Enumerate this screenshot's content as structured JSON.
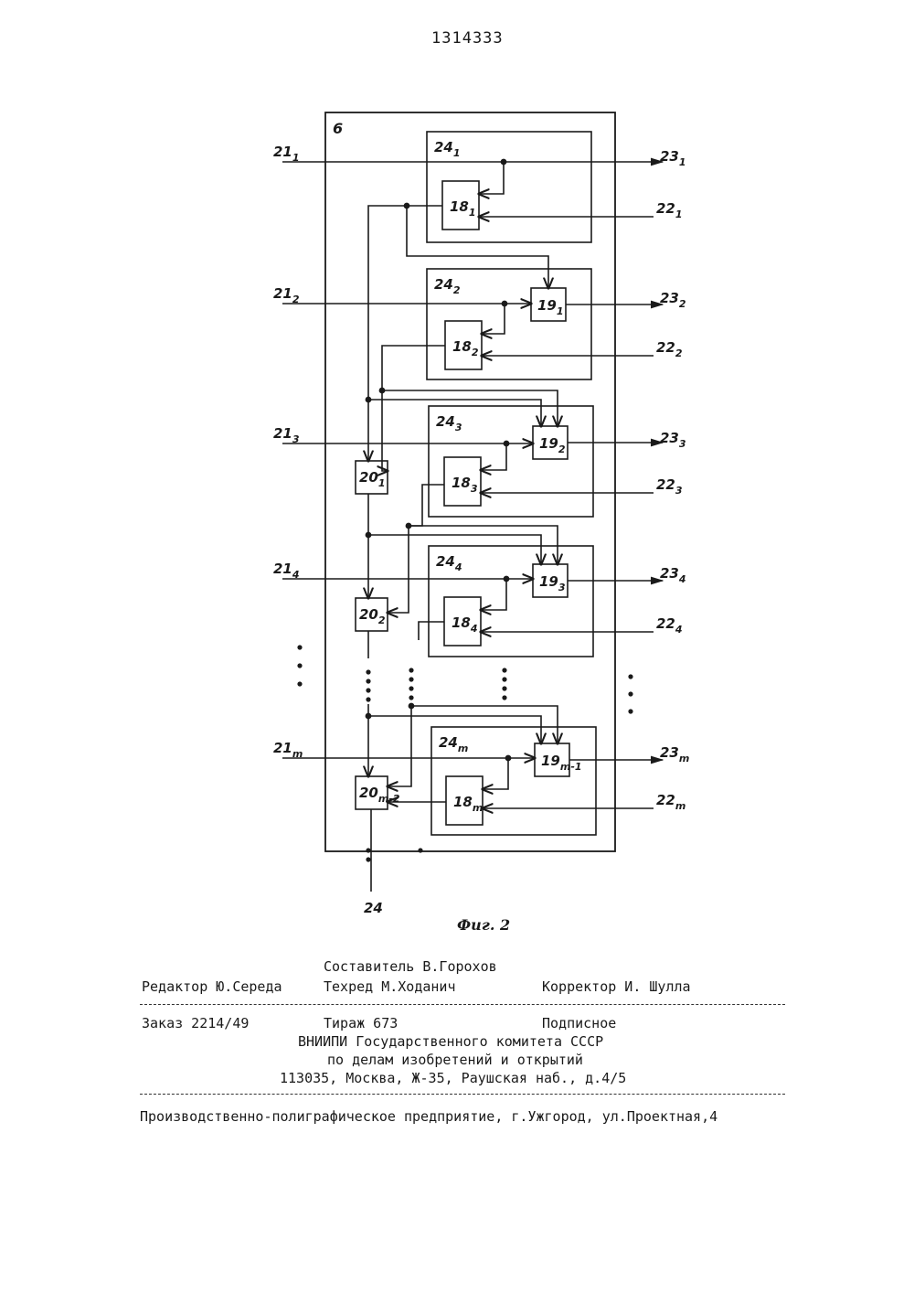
{
  "page_number": "1314333",
  "figure": {
    "caption": "Фиг. 2",
    "block_label": "6",
    "output_label": "24",
    "inputs_a": [
      {
        "main": "21",
        "sub": "1"
      },
      {
        "main": "21",
        "sub": "2"
      },
      {
        "main": "21",
        "sub": "3"
      },
      {
        "main": "21",
        "sub": "4"
      },
      {
        "main": "21",
        "sub": "m"
      }
    ],
    "inputs_b": [
      {
        "main": "22",
        "sub": "1"
      },
      {
        "main": "22",
        "sub": "2"
      },
      {
        "main": "22",
        "sub": "3"
      },
      {
        "main": "22",
        "sub": "4"
      },
      {
        "main": "22",
        "sub": "m"
      }
    ],
    "outputs": [
      {
        "main": "23",
        "sub": "1"
      },
      {
        "main": "23",
        "sub": "2"
      },
      {
        "main": "23",
        "sub": "3"
      },
      {
        "main": "23",
        "sub": "4"
      },
      {
        "main": "23",
        "sub": "m"
      }
    ],
    "cells": [
      {
        "main": "24",
        "sub": "1"
      },
      {
        "main": "24",
        "sub": "2"
      },
      {
        "main": "24",
        "sub": "3"
      },
      {
        "main": "24",
        "sub": "4"
      },
      {
        "main": "24",
        "sub": "m"
      }
    ],
    "blocks18": [
      {
        "main": "18",
        "sub": "1"
      },
      {
        "main": "18",
        "sub": "2"
      },
      {
        "main": "18",
        "sub": "3"
      },
      {
        "main": "18",
        "sub": "4"
      },
      {
        "main": "18",
        "sub": "m"
      }
    ],
    "blocks19": [
      {
        "main": "19",
        "sub": "1"
      },
      {
        "main": "19",
        "sub": "2"
      },
      {
        "main": "19",
        "sub": "3"
      },
      {
        "main": "19",
        "sub": "m-1"
      }
    ],
    "blocks20": [
      {
        "main": "20",
        "sub": "1"
      },
      {
        "main": "20",
        "sub": "2"
      },
      {
        "main": "20",
        "sub": "m-2"
      }
    ]
  },
  "imprint": {
    "compiler": "Составитель В.Горохов",
    "editor": "Редактор Ю.Середа",
    "techred": "Техред М.Ходанич",
    "corrector": "Корректор И. Шулла",
    "order": "Заказ 2214/49",
    "print_run": "Тираж 673",
    "subscription": "Подписное",
    "org_line1": "ВНИИПИ Государственного комитета СССР",
    "org_line2": "по делам изобретений и открытий",
    "address": "113035, Москва, Ж-35, Раушская наб., д.4/5",
    "printer": "Производственно-полиграфическое предприятие, г.Ужгород, ул.Проектная,4"
  }
}
